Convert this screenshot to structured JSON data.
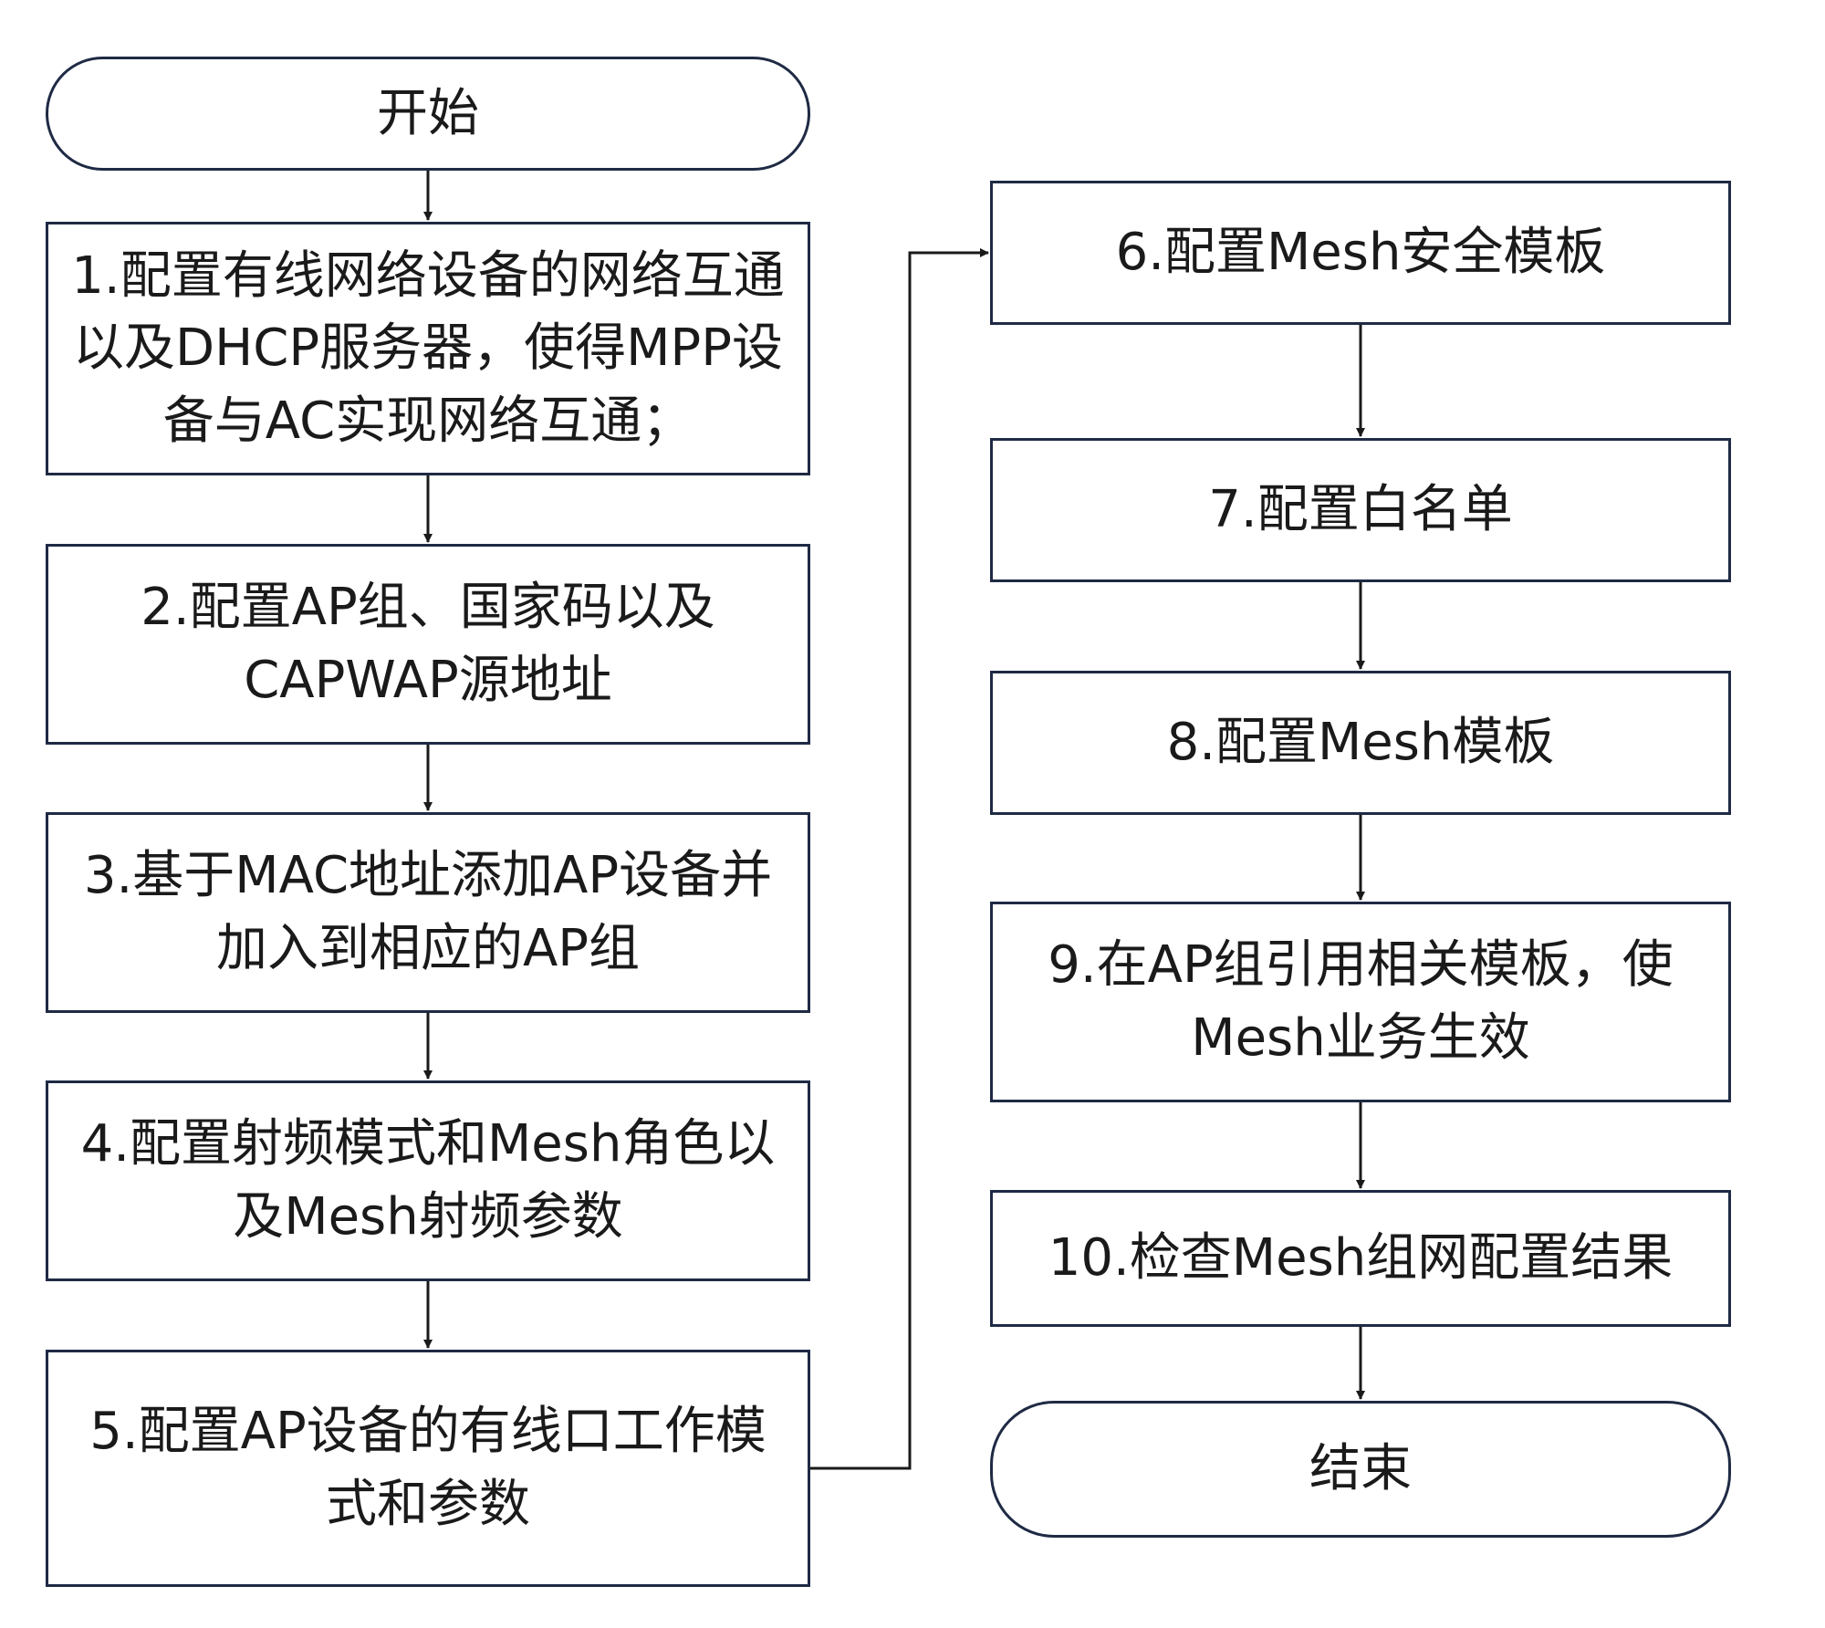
{
  "flowchart": {
    "start": "开始",
    "end": "结束",
    "steps": [
      "1.配置有线网络设备的网络互通以及DHCP服务器，使得MPP设备与AC实现网络互通；",
      "2.配置AP组、国家码以及CAPWAP源地址",
      "3.基于MAC地址添加AP设备并加入到相应的AP组",
      "4.配置射频模式和Mesh角色以及Mesh射频参数",
      "5.配置AP设备的有线口工作模式和参数",
      "6.配置Mesh安全模板",
      "7.配置白名单",
      "8.配置Mesh模板",
      "9.在AP组引用相关模板，使Mesh业务生效",
      "10.检查Mesh组网配置结果"
    ]
  }
}
